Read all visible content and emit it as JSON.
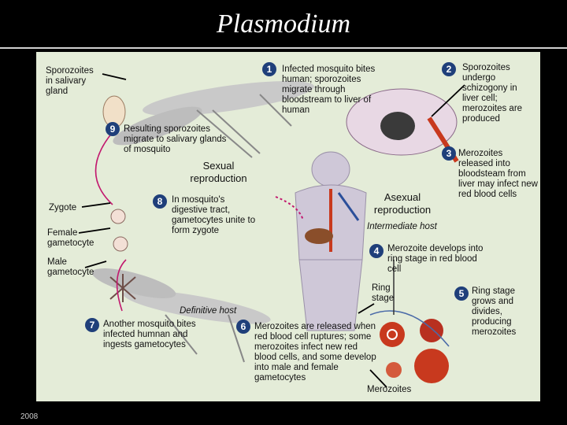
{
  "header": {
    "title": "Plasmodium"
  },
  "footer": {
    "year": "2008"
  },
  "cycle": {
    "sexual_label": "Sexual reproduction",
    "asexual_label": "Asexual reproduction",
    "definitive_host": "Definitive host",
    "intermediate_host": "Intermediate host"
  },
  "labels": {
    "sporozoites_gland": "Sporozoites in salivary gland",
    "zygote": "Zygote",
    "female_gametocyte": "Female gametocyte",
    "male_gametocyte": "Male gametocyte",
    "ring_stage": "Ring stage",
    "merozoites": "Merozoites"
  },
  "steps": [
    {
      "num": "1",
      "text": "Infected mosquito bites human; sporozoites migrate through bloodstream to liver of human"
    },
    {
      "num": "2",
      "text": "Sporozoites undergo schizogony in liver cell; merozoites are produced"
    },
    {
      "num": "3",
      "text": "Merozoites released into bloodsteam from liver may infect new red blood cells"
    },
    {
      "num": "4",
      "text": "Merozoite develops into ring stage in red blood cell"
    },
    {
      "num": "5",
      "text": "Ring stage grows and divides, producing merozoites"
    },
    {
      "num": "6",
      "text": "Merozoites are released when red blood cell ruptures; some merozoites infect new red blood cells, and some develop into male and female gametocytes"
    },
    {
      "num": "7",
      "text": "Another mosquito bites infected humnan and ingests gametocytes"
    },
    {
      "num": "8",
      "text": "In mosquito's digestive tract, gametocytes unite to form zygote"
    },
    {
      "num": "9",
      "text": "Resulting sporozoites migrate to salivary glands of mosquito"
    }
  ],
  "colors": {
    "step_badge": "#1f3f7a",
    "panel": "#e4ecd8",
    "rbc": "#c8391e",
    "sexual_arrow": "#c2186e"
  }
}
